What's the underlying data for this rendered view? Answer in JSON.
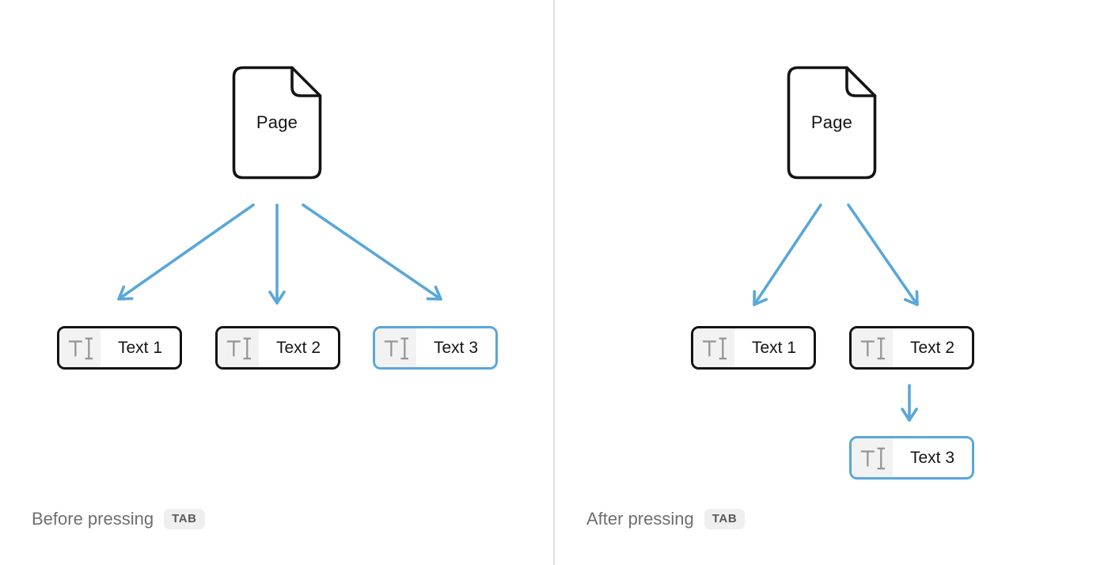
{
  "colors": {
    "accent_blue": "#5AA7DA",
    "ink_black": "#141414",
    "divider_gray": "#E0E0E0",
    "caption_gray": "#6F6F6F",
    "key_bg": "#EFEFEF",
    "key_text": "#595959",
    "icon_section_bg": "#F2F2F2",
    "icon_gray": "#949494"
  },
  "icons": {
    "block_icon": "text-cursor-icon",
    "page_icon": "document-page-icon"
  },
  "panels": [
    {
      "page_label": "Page",
      "caption": "Before pressing",
      "key_label": "TAB",
      "blocks": [
        {
          "label": "Text 1",
          "selected": false
        },
        {
          "label": "Text 2",
          "selected": false
        },
        {
          "label": "Text 3",
          "selected": true
        }
      ]
    },
    {
      "page_label": "Page",
      "caption": "After pressing",
      "key_label": "TAB",
      "blocks": [
        {
          "label": "Text 1",
          "selected": false
        },
        {
          "label": "Text 2",
          "selected": false
        },
        {
          "label": "Text 3",
          "selected": true
        }
      ]
    }
  ]
}
